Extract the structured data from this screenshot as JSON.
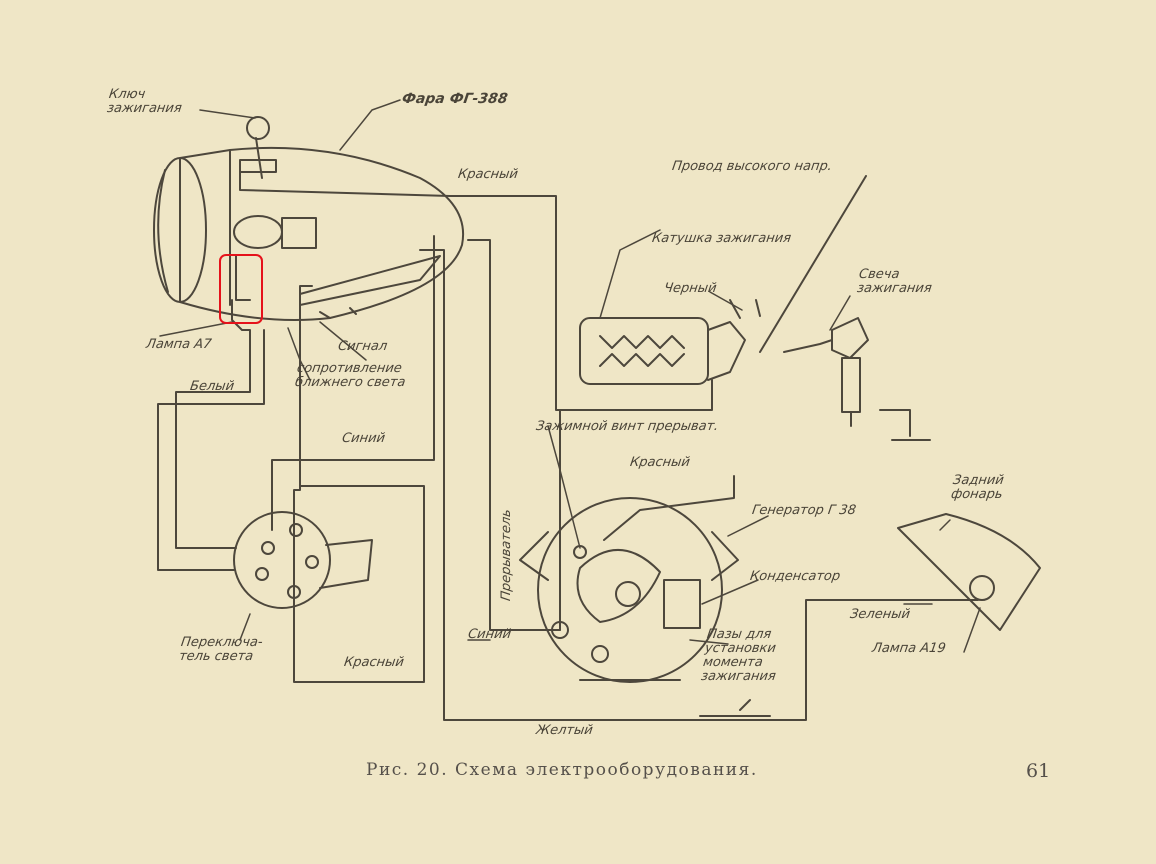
{
  "labels": {
    "ignition_key": "Ключ\nзажигания",
    "headlamp": "Фара ФГ-388",
    "red_top": "Красный",
    "hv_wire": "Провод высокого напр.",
    "ignition_coil": "Катушка зажигания",
    "black": "Черный",
    "spark_plug": "Свеча\nзажигания",
    "lamp_a7": "Лампа А7",
    "horn": "Сигнал",
    "resistor": "сопротивление\nближнего света",
    "white": "Белый",
    "blue_mid": "Синий",
    "breaker_screw": "Зажимной винт прерыват.",
    "red_mid": "Красный",
    "breaker": "Прерыватель",
    "generator": "Генератор Г 38",
    "tail_lamp": "Задний\nфонарь",
    "capacitor": "Конденсатор",
    "green": "Зеленый",
    "lamp_a19": "Лампа А19",
    "blue_low": "Синий",
    "slots": "Пазы для\nустановки\nмомента\nзажигания",
    "light_switch": "Переключа-\nтель света",
    "red_low": "Красный",
    "yellow": "Желтый"
  },
  "caption": "Рис. 20. Схема электрооборудования.",
  "page_number": "61",
  "colors": {
    "paper": "#efe6c6",
    "ink": "#4d473c",
    "highlight": "#e5121b"
  }
}
